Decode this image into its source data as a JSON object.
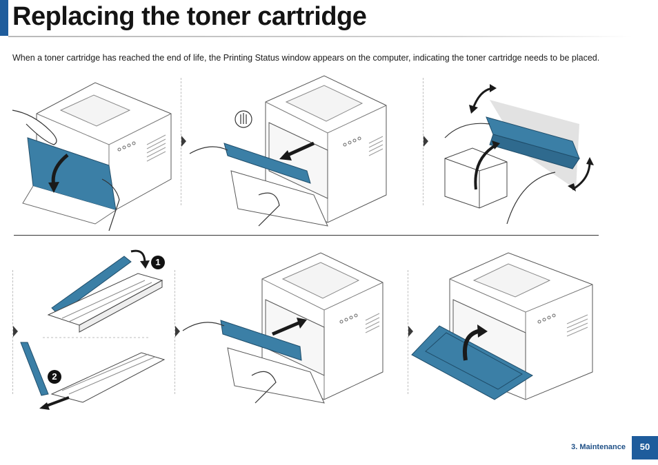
{
  "header": {
    "title": "Replacing the toner cartridge"
  },
  "body": {
    "intro": "When a toner cartridge has reached the end of life, the Printing Status window appears on the computer, indicating the toner cartridge needs to be placed."
  },
  "steps": {
    "badge_1": "1",
    "badge_2": "2"
  },
  "footer": {
    "section": "3. Maintenance",
    "page_number": "50"
  },
  "colors": {
    "accent_blue": "#1e5c9c",
    "cartridge_blue": "#3b7fa6"
  }
}
